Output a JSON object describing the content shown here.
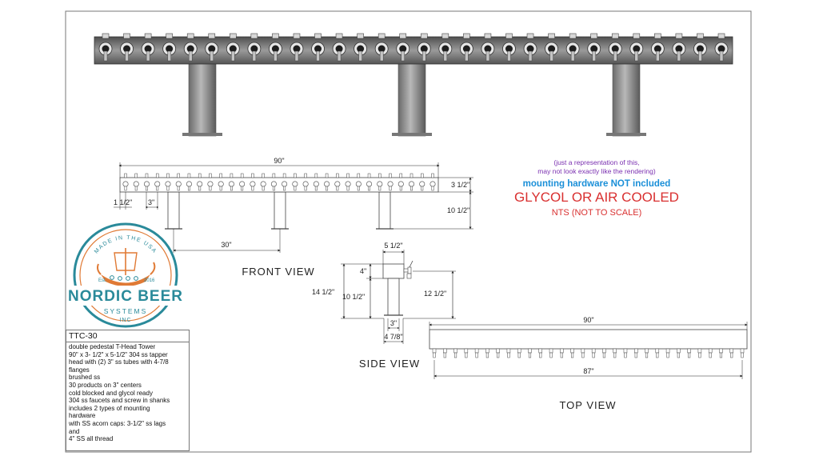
{
  "drawing": {
    "tap_count": 30,
    "front_view": {
      "overall_length": "90\"",
      "head_height": "3 1/2\"",
      "tube_height": "10 1/2\"",
      "tap_spacing": "3\"",
      "edge_offset": "1 1/2\"",
      "tube_spacing": "30\"",
      "label": "FRONT VIEW"
    },
    "side_view": {
      "head_width": "5 1/2\"",
      "head_height": "4\"",
      "overall_height": "14 1/2\"",
      "tube_height": "10 1/2\"",
      "faucet_height": "12 1/2\"",
      "tube_diameter": "3\"",
      "flange_diameter": "4 7/8\"",
      "label": "SIDE VIEW"
    },
    "top_view": {
      "overall_length": "90\"",
      "tap_span": "87\"",
      "label": "TOP VIEW"
    }
  },
  "notes": {
    "representation_line1": "(just a representation of this,",
    "representation_line2": "may not look exactly like the rendering)",
    "mounting": "mounting hardware NOT included",
    "cooling": "GLYCOL OR AIR COOLED",
    "scale": "NTS (NOT TO SCALE)"
  },
  "logo": {
    "top_text": "MADE IN THE USA",
    "est_left": "Est.",
    "est_right": "2016",
    "name": "NORDIC BEER",
    "sub_line1": "SYSTEMS",
    "sub_line2": "INC"
  },
  "spec": {
    "title": "TTC-30",
    "lines": [
      "double pedestal T-Head Tower",
      "90\" x 3- 1/2\" x 5-1/2\" 304 ss tapper",
      "head with (2) 3\" ss tubes with 4-7/8",
      "flanges",
      "brushed ss",
      "30 products on 3\" centers",
      "cold blocked and glycol ready",
      "304 ss faucets and screw in shanks",
      "includes 2 types of mounting",
      "hardware",
      "with SS acorn caps: 3-1/2\" ss lags",
      "and",
      "4\" SS all thread"
    ]
  },
  "colors": {
    "steel_dark": "#5f5f5f",
    "steel_light": "#bdbdbd",
    "logo_teal": "#2a8a9a",
    "logo_orange": "#e07a35",
    "note_purple": "#7a2fb0",
    "note_blue": "#1a8fd8",
    "note_red": "#d93030"
  }
}
